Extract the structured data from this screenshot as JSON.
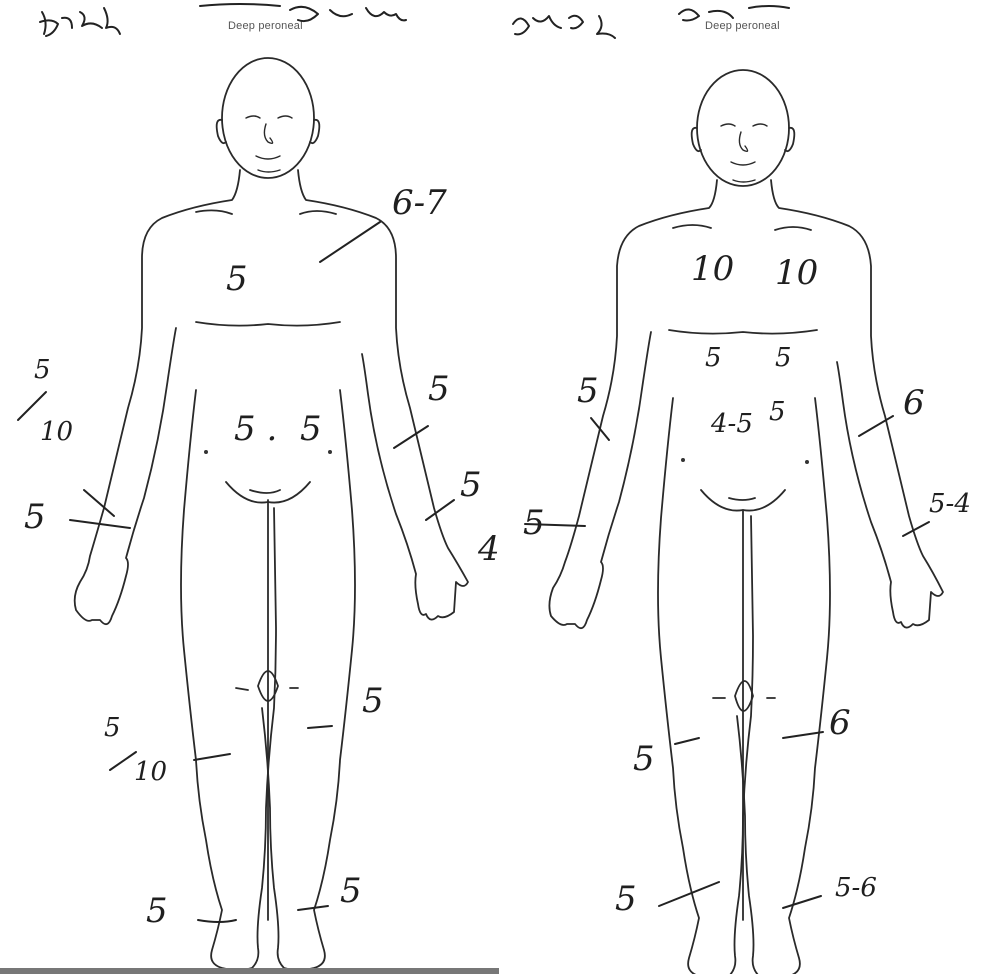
{
  "left_panel": {
    "caption": "Deep peroneal",
    "marks": {
      "chest_center": "5",
      "shoulder_right": "6-7",
      "abdomen_left": "5 .",
      "abdomen_right": "5",
      "forearm_upper_top": "5",
      "forearm_upper_bottom": "10",
      "arm_right": "5",
      "wrist_left": "5",
      "wrist_right": "5",
      "hand_edge": "4",
      "thigh_left_top": "5",
      "thigh_left_bottom": "10",
      "thigh_right": "5",
      "ankle_left": "5",
      "ankle_right": "5"
    }
  },
  "right_panel": {
    "caption": "Deep peroneal",
    "marks": {
      "chest_left": "10",
      "chest_right": "10",
      "abdomen_upper_left": "5",
      "abdomen_upper_right": "5",
      "abdomen_center": "4-5",
      "abdomen_center_b": "5",
      "arm_left": "5",
      "arm_right": "6",
      "wrist_left": "5",
      "wrist_right": "5-4",
      "thigh_left": "5",
      "thigh_right": "6",
      "ankle_left": "5",
      "ankle_right": "5-6"
    }
  }
}
